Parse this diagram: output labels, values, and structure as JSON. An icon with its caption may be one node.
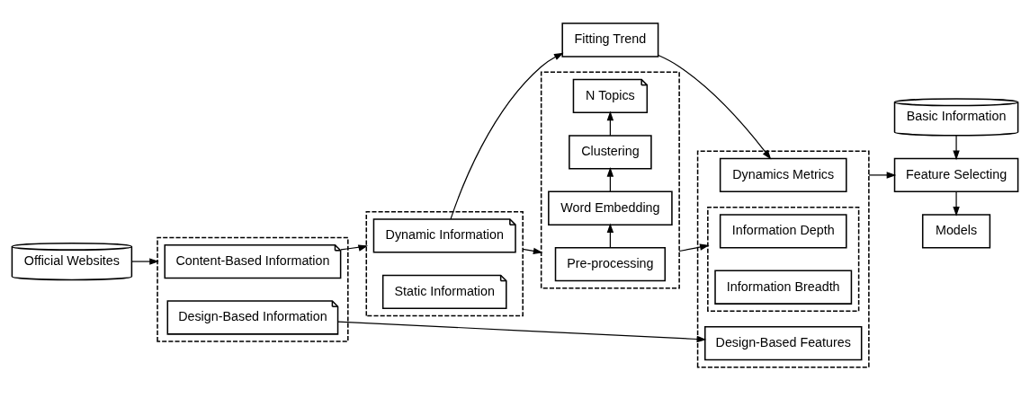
{
  "diagram": {
    "nodes": [
      {
        "text": [
          "Official Websites"
        ]
      },
      {
        "text": [],
        "shape": "box"
      },
      {
        "text": [
          "Content-Based Information"
        ],
        "in": 1
      },
      {
        "text": [
          "Design-Based Information"
        ],
        "in": 1
      },
      {
        "text": [],
        "shape": "box"
      },
      {
        "text": [
          "Dynamic Information"
        ],
        "in": 4
      },
      {
        "text": [
          "Static Information"
        ],
        "in": 4
      },
      {
        "text": [
          "Fitting Trend"
        ]
      },
      {
        "text": [],
        "shape": "box"
      },
      {
        "text": [
          "Pre-processing"
        ],
        "in": 8
      },
      {
        "text": [
          "Word Embedding"
        ],
        "in": 8
      },
      {
        "text": [
          "Clustering"
        ],
        "in": 8
      },
      {
        "text": [
          "N Topics"
        ],
        "in": 8
      },
      {
        "text": [],
        "shape": "box"
      },
      {
        "text": [
          "Dynamics Metrics"
        ],
        "in": 13
      },
      {
        "text": [],
        "shape": "box",
        "in": 13
      },
      {
        "text": [
          "Information Depth"
        ],
        "in": 15
      },
      {
        "text": [
          "Information Breadth"
        ],
        "in": 15
      },
      {
        "text": [
          "Design-Based Features"
        ],
        "in": 13
      },
      {
        "text": [
          "Basic Information"
        ]
      },
      {
        "text": [
          "Feature Selecting"
        ]
      },
      {
        "text": [
          "Models"
        ]
      }
    ],
    "edges": [
      {
        "from": 0,
        "to": 1,
        "arrow": "to"
      },
      {
        "from": 2,
        "to": 4,
        "arrow": "to"
      },
      {
        "from": 5,
        "to": 7,
        "arrow": "to"
      },
      {
        "from": 7,
        "to": 14,
        "arrow": "to"
      },
      {
        "from": 4,
        "to": 8,
        "arrow": "to"
      },
      {
        "from": 9,
        "to": 10,
        "arrow": "to"
      },
      {
        "from": 10,
        "to": 11,
        "arrow": "to"
      },
      {
        "from": 11,
        "to": 12,
        "arrow": "to"
      },
      {
        "from": 8,
        "to": 15,
        "arrow": "to"
      },
      {
        "from": 3,
        "to": 18,
        "arrow": "to"
      },
      {
        "from": 13,
        "to": 20,
        "arrow": "to"
      },
      {
        "from": 19,
        "to": 20,
        "arrow": "to"
      },
      {
        "from": 20,
        "to": 21,
        "arrow": "to"
      }
    ]
  }
}
